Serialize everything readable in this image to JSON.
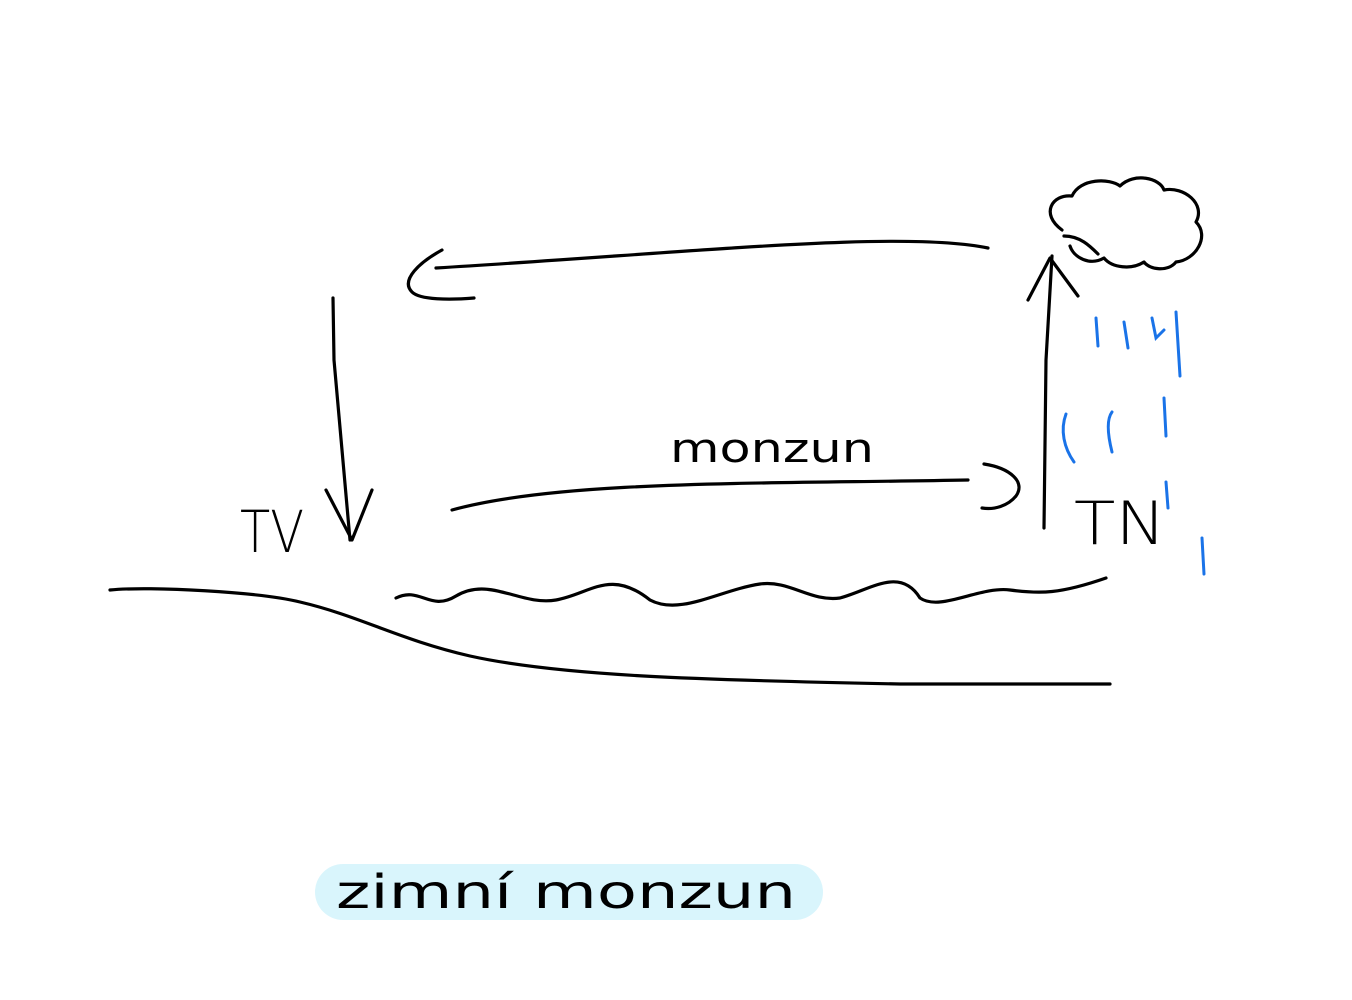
{
  "labels": {
    "left_pressure": "TV",
    "right_pressure": "TN",
    "wind_label": "monzun",
    "caption": "zimní monzun"
  },
  "colors": {
    "ink": "#000000",
    "rain": "#1a73e8",
    "caption_highlight": "#d9f5fc",
    "background": "#ffffff"
  }
}
